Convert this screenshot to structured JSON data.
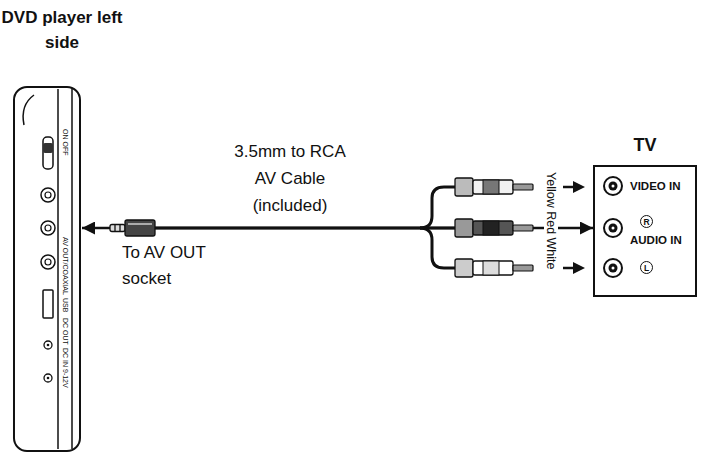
{
  "diagram": {
    "nodes": [
      {
        "text": [
          "DVD player left side",
          "ON OFF",
          "AV OUT/COAXIAL",
          "USB",
          "DC OUT",
          "DC IN 9-12V"
        ]
      },
      {
        "text": [
          "TV",
          "VIDEO IN",
          "R",
          "AUDIO IN",
          "L"
        ]
      }
    ],
    "edges": [
      {
        "from": 0,
        "to": 1,
        "arrow": "both",
        "label": "3.5mm to RCA AV Cable (included)"
      }
    ],
    "labels": [
      "To AV OUT socket",
      "Yellow Red White"
    ]
  }
}
